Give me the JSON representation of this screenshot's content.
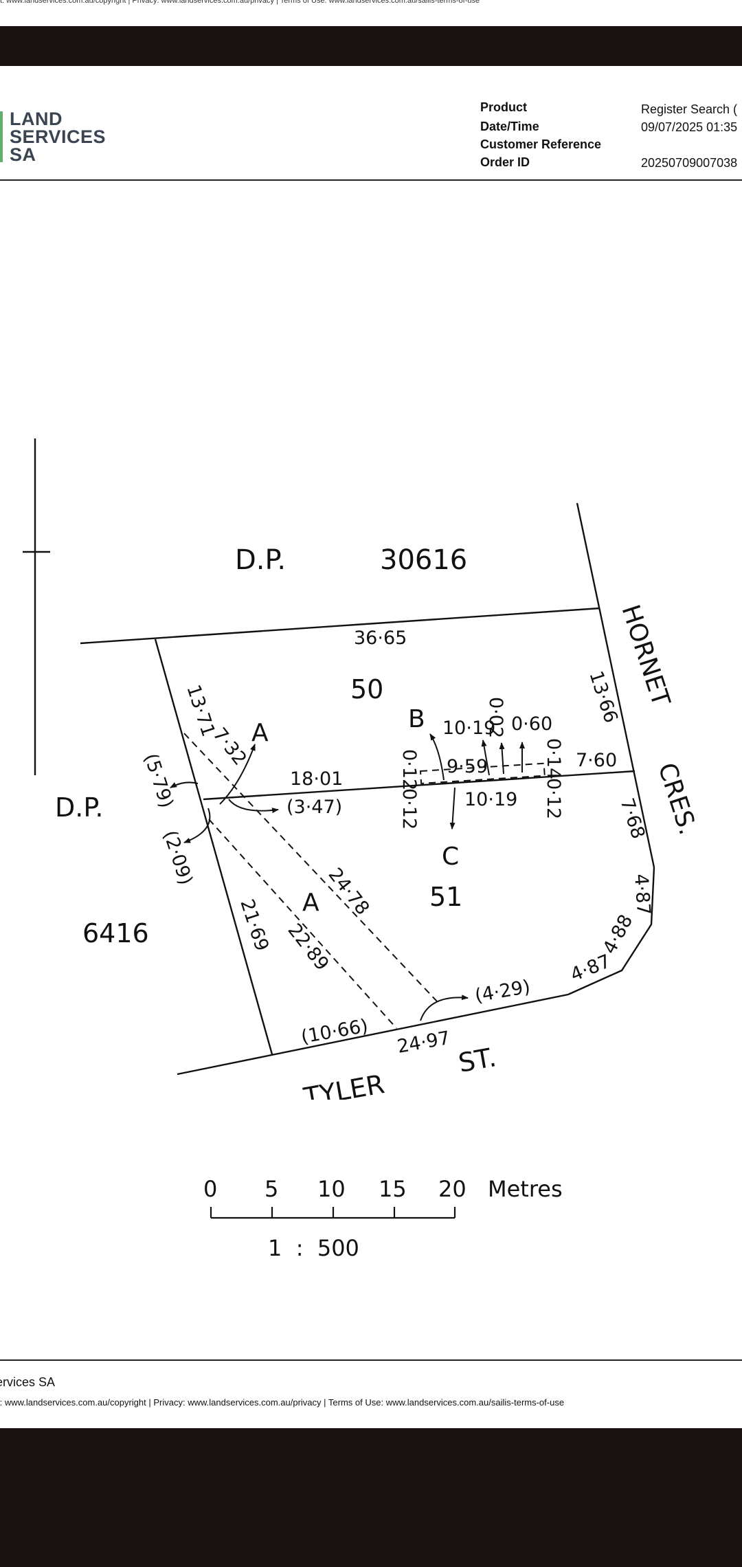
{
  "page_top_links": "t: www.landservices.com.au/copyright | Privacy: www.landservices.com.au/privacy | Terms of Use: www.landservices.com.au/sailis-terms-of-use",
  "logo": {
    "line1": "LAND",
    "line2": "SERVICES",
    "line3": "SA"
  },
  "meta": {
    "product_label": "Product",
    "datetime_label": "Date/Time",
    "customer_ref_label": "Customer Reference",
    "order_id_label": "Order ID",
    "product_value": "Register Search (",
    "datetime_value": "09/07/2025 01:35",
    "order_id_value": "20250709007038"
  },
  "plan": {
    "dp_north": "D.P.",
    "dp_north_no": "30616",
    "dp_west": "D.P.",
    "dp_west_no": "6416",
    "lot_50": "50",
    "lot_51": "51",
    "street_east_1": "HORNET",
    "street_east_2": "CRES.",
    "street_south_1": "TYLER",
    "street_south_2": "ST.",
    "label_a1": "A",
    "label_a2": "A",
    "label_b": "B",
    "label_c": "C",
    "dims": {
      "d3665": "36·65",
      "d1366": "13·66",
      "d1371": "13·71",
      "d732": "7·32",
      "d1801": "18·01",
      "d347": "(3·47)",
      "d579": "(5·79)",
      "d209": "(2·09)",
      "d2169": "21·69",
      "d2289": "22·89",
      "d2478": "24·78",
      "d1019a": "10·19",
      "d002": "0·02",
      "d060": "0·60",
      "d012a": "0·12",
      "d959": "9·59",
      "d014": "0·14",
      "d760": "7·60",
      "d012b": "0·12",
      "d012c": "0·12",
      "d1019b": "10·19",
      "d768": "7·68",
      "d487a": "4·87",
      "d488": "4·88",
      "d487b": "4·87",
      "d429": "(4·29)",
      "d2497": "24·97",
      "d1066": "(10·66)"
    }
  },
  "scale": {
    "t0": "0",
    "t5": "5",
    "t10": "10",
    "t15": "15",
    "t20": "20",
    "unit": "Metres",
    "ratio": "1  :  500"
  },
  "footer": {
    "company": "ervices SA",
    "links": "t: www.landservices.com.au/copyright | Privacy: www.landservices.com.au/privacy | Terms of Use: www.landservices.com.au/sailis-terms-of-use"
  },
  "colors": {
    "bar": "#1a1212",
    "logo_text": "#3b4452",
    "logo_accent": "#5fae6e"
  }
}
